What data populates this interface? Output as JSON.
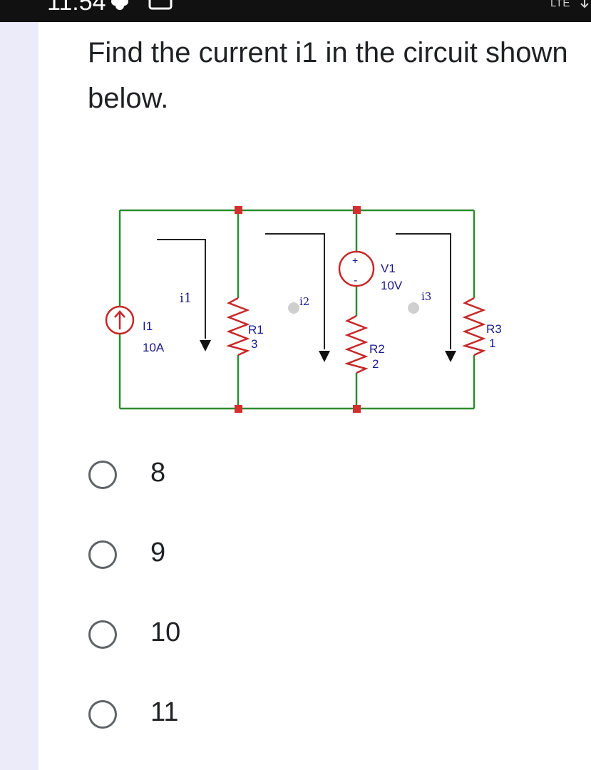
{
  "status_bar": {
    "time": "11:54",
    "network": "LTE",
    "icons": [
      "flower-icon",
      "screenshot-icon",
      "download-icon"
    ]
  },
  "question": {
    "text": "Find the current i1 in the circuit shown below."
  },
  "circuit": {
    "source_name": "I1",
    "source_value": "10A",
    "branch_current_1": "i1",
    "branch_current_2": "i2",
    "branch_current_3": "i3",
    "r1_name": "R1",
    "r1_value": "3",
    "voltage_name": "V1",
    "voltage_value": "10V",
    "voltage_plus": "+",
    "voltage_minus": "-",
    "r2_name": "R2",
    "r2_value": "2",
    "r3_name": "R3",
    "r3_value": "1"
  },
  "options": [
    {
      "label": "8"
    },
    {
      "label": "9"
    },
    {
      "label": "10"
    },
    {
      "label": "11"
    }
  ],
  "colors": {
    "wire": "#2e8b2e",
    "component": "#c62828",
    "node": "#d32f2f",
    "label": "#1a1a8a",
    "accent_strip": "#ecebfa"
  }
}
